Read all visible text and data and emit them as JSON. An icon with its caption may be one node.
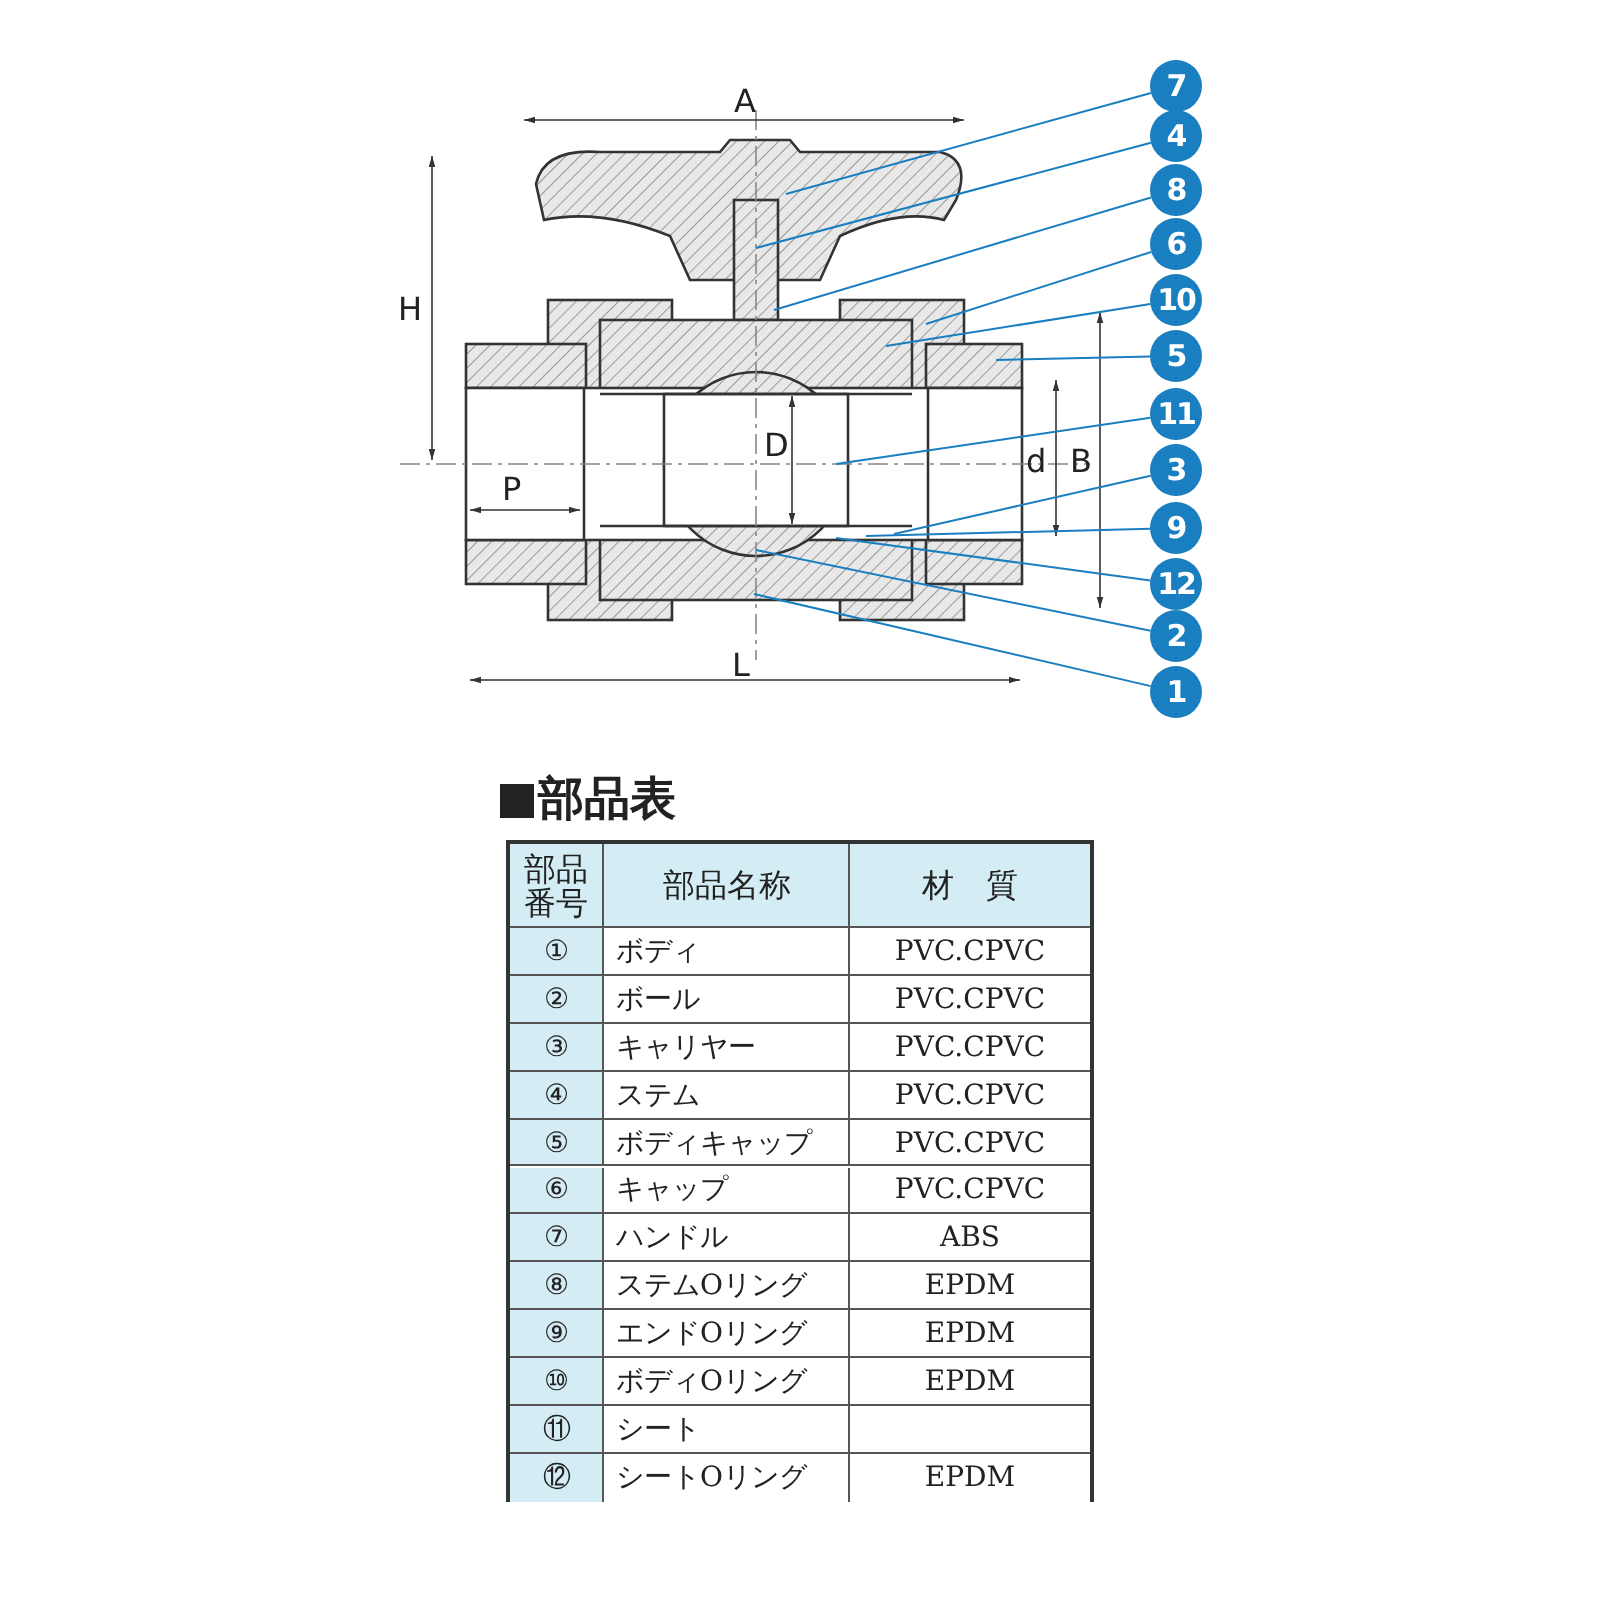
{
  "diagram": {
    "nodes": [
      {
        "text": [
          "7"
        ]
      },
      {
        "text": [
          "4"
        ]
      },
      {
        "text": [
          "8"
        ]
      },
      {
        "text": [
          "6"
        ]
      },
      {
        "text": [
          "10"
        ]
      },
      {
        "text": [
          "5"
        ]
      },
      {
        "text": [
          "11"
        ]
      },
      {
        "text": [
          "3"
        ]
      },
      {
        "text": [
          "9"
        ]
      },
      {
        "text": [
          "12"
        ]
      },
      {
        "text": [
          "2"
        ]
      },
      {
        "text": [
          "1"
        ]
      }
    ],
    "edges": [
      {
        "from": 0,
        "to": null,
        "arrow": "none"
      },
      {
        "from": 1,
        "to": null,
        "arrow": "none"
      },
      {
        "from": 2,
        "to": null,
        "arrow": "none"
      },
      {
        "from": 3,
        "to": null,
        "arrow": "none"
      },
      {
        "from": 4,
        "to": null,
        "arrow": "none"
      },
      {
        "from": 5,
        "to": null,
        "arrow": "none"
      },
      {
        "from": 6,
        "to": null,
        "arrow": "none"
      },
      {
        "from": 7,
        "to": null,
        "arrow": "none"
      },
      {
        "from": 8,
        "to": null,
        "arrow": "none"
      },
      {
        "from": 9,
        "to": null,
        "arrow": "none"
      },
      {
        "from": 10,
        "to": null,
        "arrow": "none"
      },
      {
        "from": 11,
        "to": null,
        "arrow": "none"
      }
    ],
    "labels": [
      "A",
      "H",
      "D",
      "P",
      "d",
      "B",
      "L",
      "部品表",
      "部品番号",
      "部品名称",
      "材　質",
      "①",
      "ボディ",
      "PVC.CPVC",
      "②",
      "ボール",
      "PVC.CPVC",
      "③",
      "キャリヤー",
      "PVC.CPVC",
      "④",
      "ステム",
      "PVC.CPVC",
      "⑤",
      "ボディキャップ",
      "PVC.CPVC",
      "⑥",
      "キャップ",
      "PVC.CPVC",
      "⑦",
      "ハンドル",
      "ABS",
      "⑧",
      "ステムOリング",
      "EPDM",
      "⑨",
      "エンドOリング",
      "EPDM",
      "⑩",
      "ボディOリング",
      "EPDM",
      "⑪",
      "シート",
      "⑫",
      "シートOリング",
      "EPDM"
    ]
  }
}
